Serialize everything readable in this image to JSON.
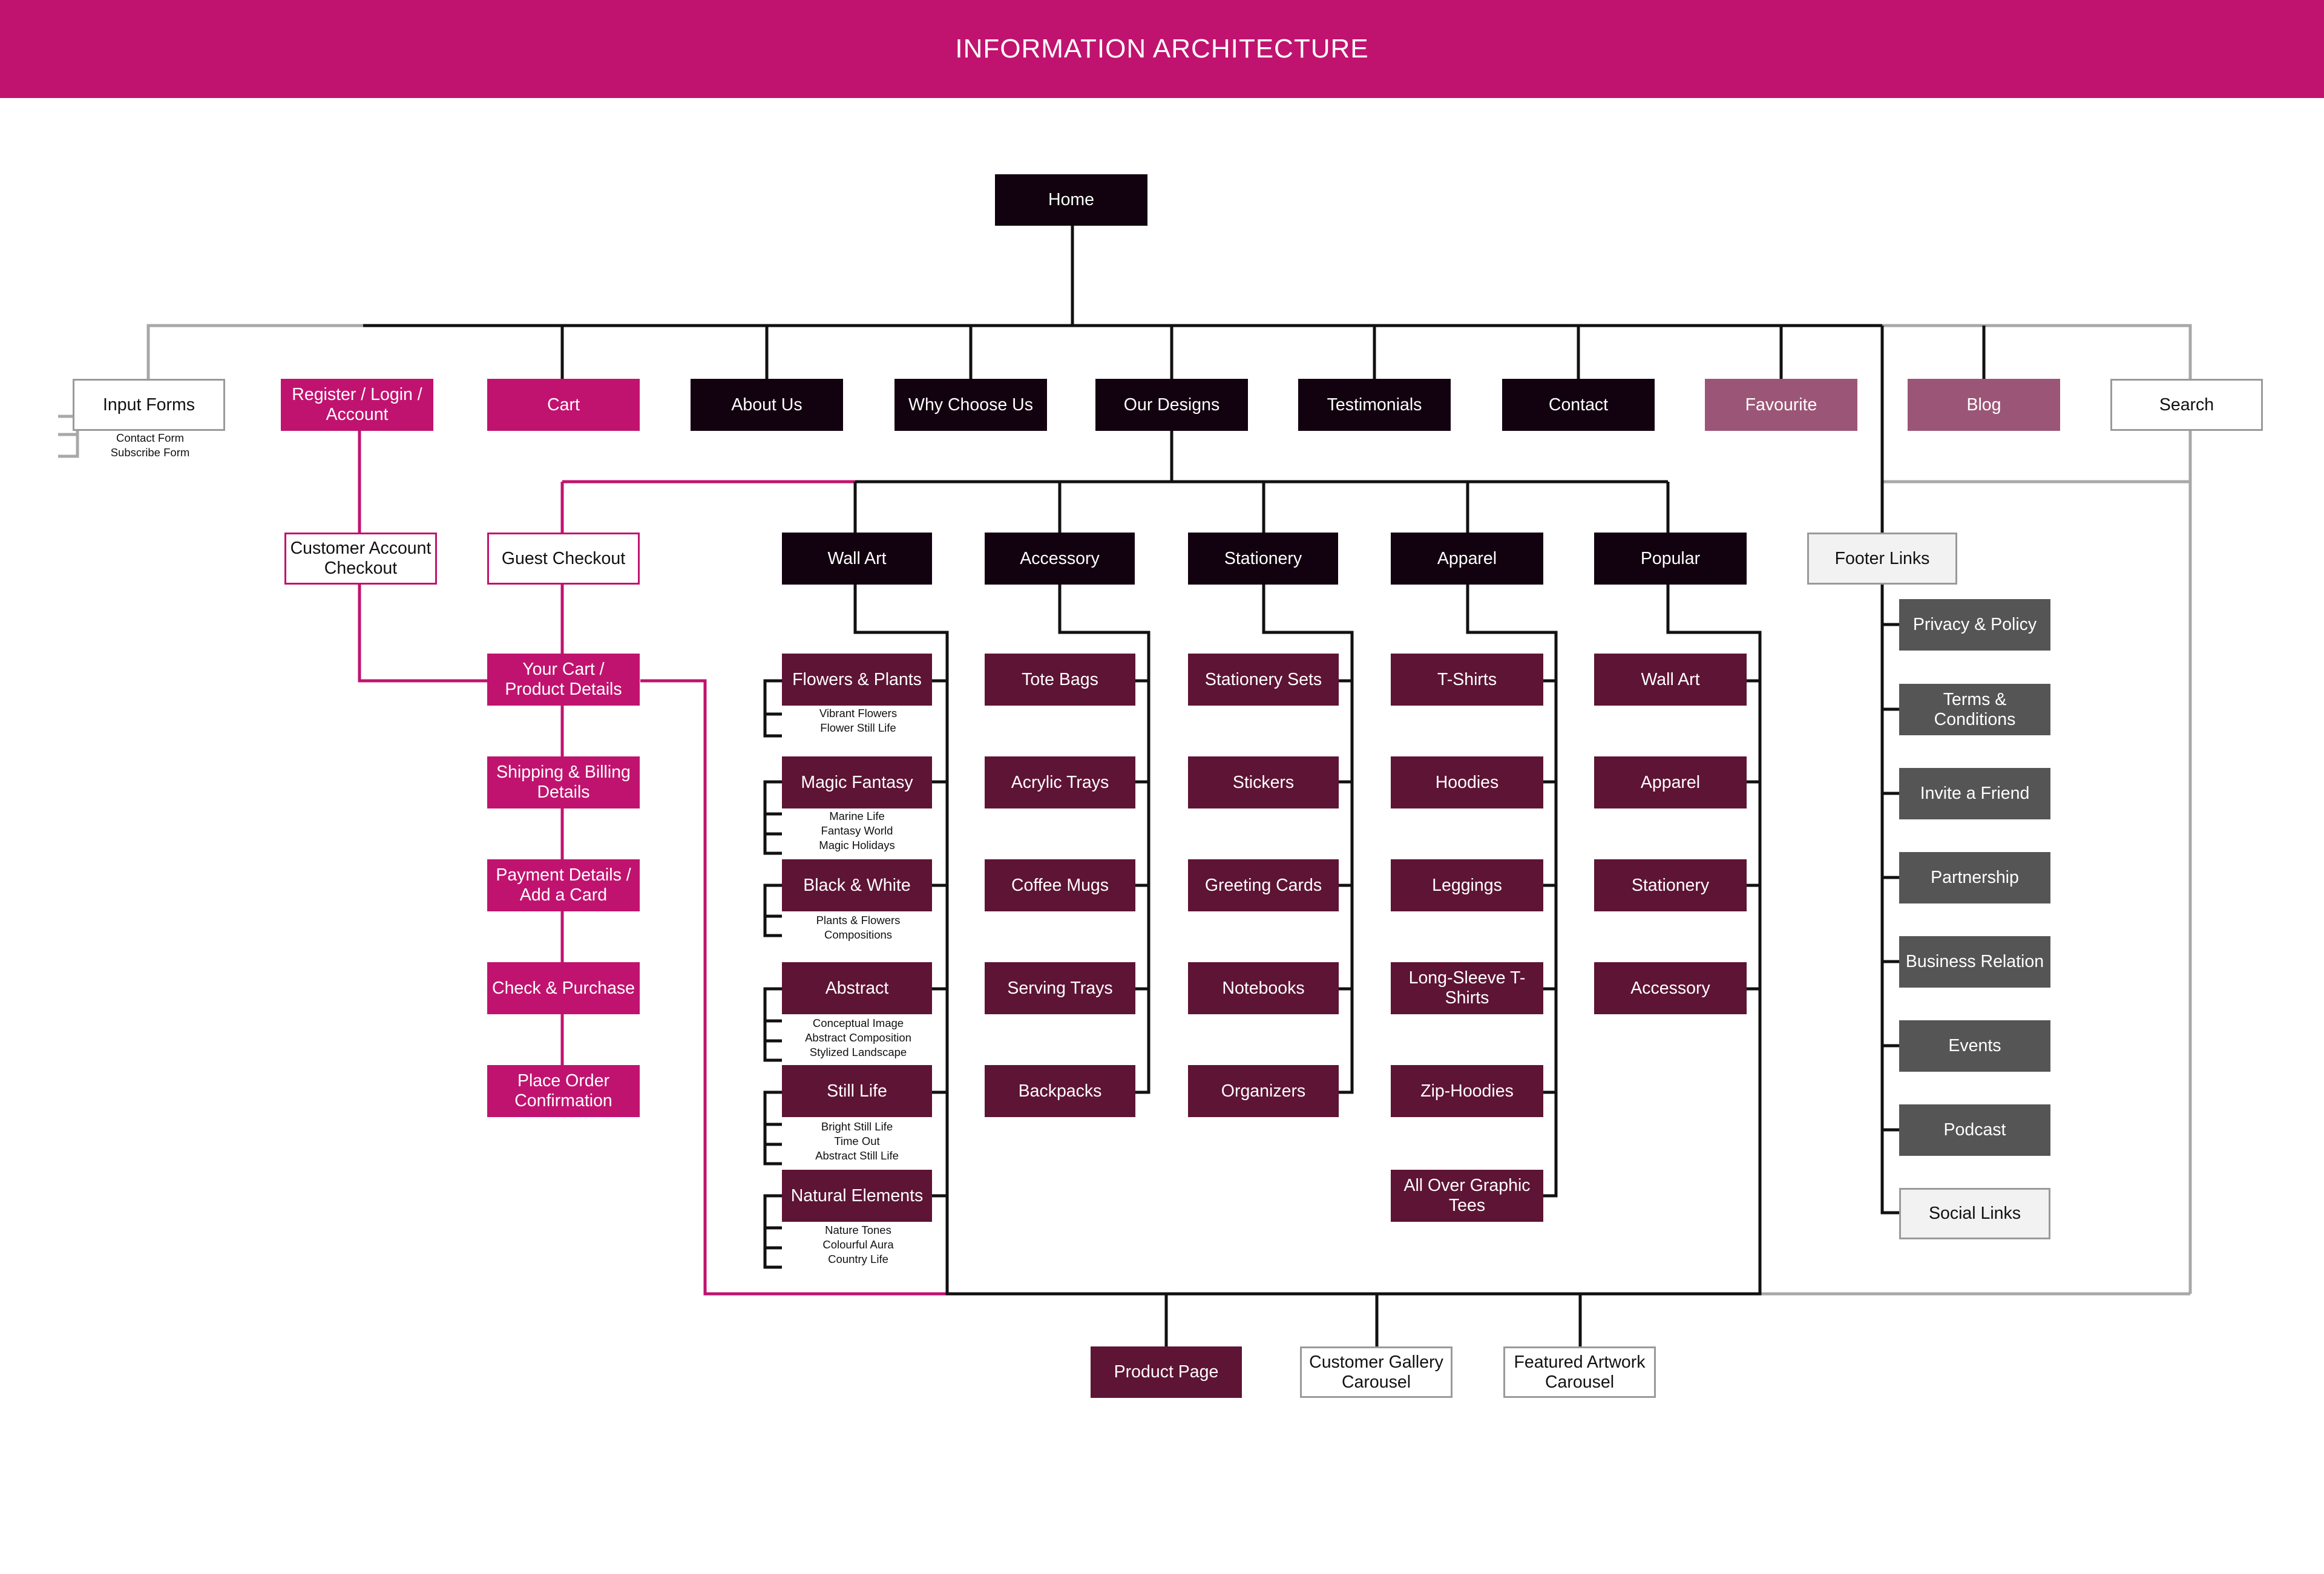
{
  "title": "INFORMATION ARCHITECTURE",
  "colors": {
    "header": "#c0136f",
    "black_node": "#12020f",
    "plum_node": "#5e1434",
    "magenta_node": "#c0136f",
    "mauve_node": "#9b5677",
    "dark_gray_node": "#555555",
    "connector": "#111111",
    "pink_connector": "#c0136f",
    "gray_connector": "#a8a8a8"
  },
  "nodes": {
    "home": "Home",
    "input_forms": "Input Forms",
    "register": "Register / Login / Account",
    "cart": "Cart",
    "about": "About Us",
    "why": "Why Choose Us",
    "our_designs": "Our Designs",
    "testimonials": "Testimonials",
    "contact": "Contact",
    "favourite": "Favourite",
    "blog": "Blog",
    "search": "Search",
    "customer_checkout": "Customer Account Checkout",
    "guest_checkout": "Guest Checkout",
    "your_cart": "Your Cart / Product Details",
    "shipping": "Shipping & Billing Details",
    "payment": "Payment Details / Add a Card",
    "check": "Check & Purchase",
    "place_order": "Place Order Confirmation",
    "wall_art": "Wall Art",
    "accessory": "Accessory",
    "stationery": "Stationery",
    "apparel": "Apparel",
    "popular": "Popular",
    "footer_links": "Footer Links",
    "flowers": "Flowers & Plants",
    "magic": "Magic Fantasy",
    "bw": "Black & White",
    "abstract": "Abstract",
    "still": "Still Life",
    "natural": "Natural Elements",
    "tote": "Tote Bags",
    "acrylic": "Acrylic Trays",
    "mugs": "Coffee Mugs",
    "serving": "Serving Trays",
    "backpacks": "Backpacks",
    "stat_sets": "Stationery Sets",
    "stickers": "Stickers",
    "greeting": "Greeting Cards",
    "notebooks": "Notebooks",
    "organizers": "Organizers",
    "tshirts": "T-Shirts",
    "hoodies": "Hoodies",
    "leggings": "Leggings",
    "longsleeve": "Long-Sleeve T-Shirts",
    "ziphoodies": "Zip-Hoodies",
    "allover": "All Over Graphic Tees",
    "pop_wall": "Wall Art",
    "pop_apparel": "Apparel",
    "pop_stationery": "Stationery",
    "pop_accessory": "Accessory",
    "privacy": "Privacy & Policy",
    "terms": "Terms & Conditions",
    "invite": "Invite a Friend",
    "partnership": "Partnership",
    "business": "Business Relation",
    "events": "Events",
    "podcast": "Podcast",
    "social": "Social Links",
    "product_page": "Product Page",
    "gallery": "Customer Gallery Carousel",
    "featured": "Featured Artwork Carousel"
  },
  "sublabels": {
    "input_forms": [
      "Contact Form",
      "Subscribe Form"
    ],
    "flowers": [
      "Vibrant Flowers",
      "Flower Still Life"
    ],
    "magic": [
      "Marine Life",
      "Fantasy World",
      "Magic Holidays"
    ],
    "bw": [
      "Plants & Flowers",
      "Compositions"
    ],
    "abstract": [
      "Conceptual Image",
      "Abstract Composition",
      "Stylized Landscape"
    ],
    "still": [
      "Bright Still Life",
      "Time Out",
      "Abstract Still Life"
    ],
    "natural": [
      "Nature Tones",
      "Colourful Aura",
      "Country Life"
    ]
  }
}
